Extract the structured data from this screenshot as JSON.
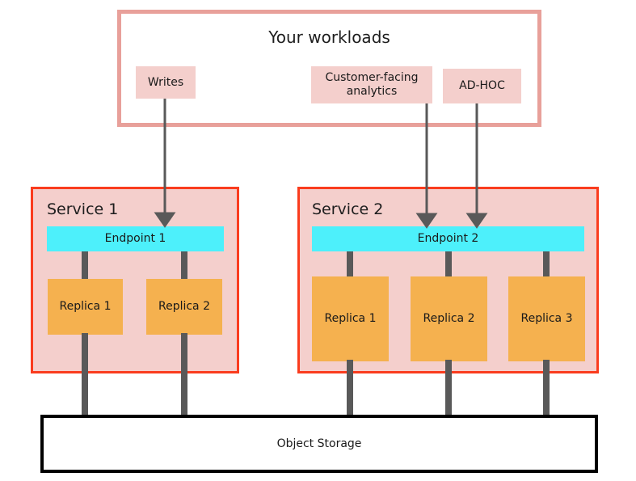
{
  "diagram": {
    "title": "Your workloads",
    "colors": {
      "workloads_border": "#e8a09a",
      "chip_fill": "#f4cfcc",
      "service_border": "#fa3c1e",
      "service_fill": "#f4cfcc",
      "endpoint_fill": "#4df0fb",
      "replica_fill": "#f5b14f",
      "pipe": "#595959",
      "storage_border": "#000000",
      "arrow": "#595959"
    }
  },
  "workloads": {
    "title": "Your workloads",
    "chips": [
      {
        "label": "Writes"
      },
      {
        "label": "Customer-facing analytics"
      },
      {
        "label": "AD-HOC"
      }
    ]
  },
  "services": [
    {
      "title": "Service 1",
      "endpoint": "Endpoint 1",
      "replicas": [
        {
          "label": "Replica 1"
        },
        {
          "label": "Replica 2"
        }
      ]
    },
    {
      "title": "Service 2",
      "endpoint": "Endpoint 2",
      "replicas": [
        {
          "label": "Replica 1"
        },
        {
          "label": "Replica 2"
        },
        {
          "label": "Replica 3"
        }
      ]
    }
  ],
  "storage": {
    "label": "Object Storage"
  }
}
